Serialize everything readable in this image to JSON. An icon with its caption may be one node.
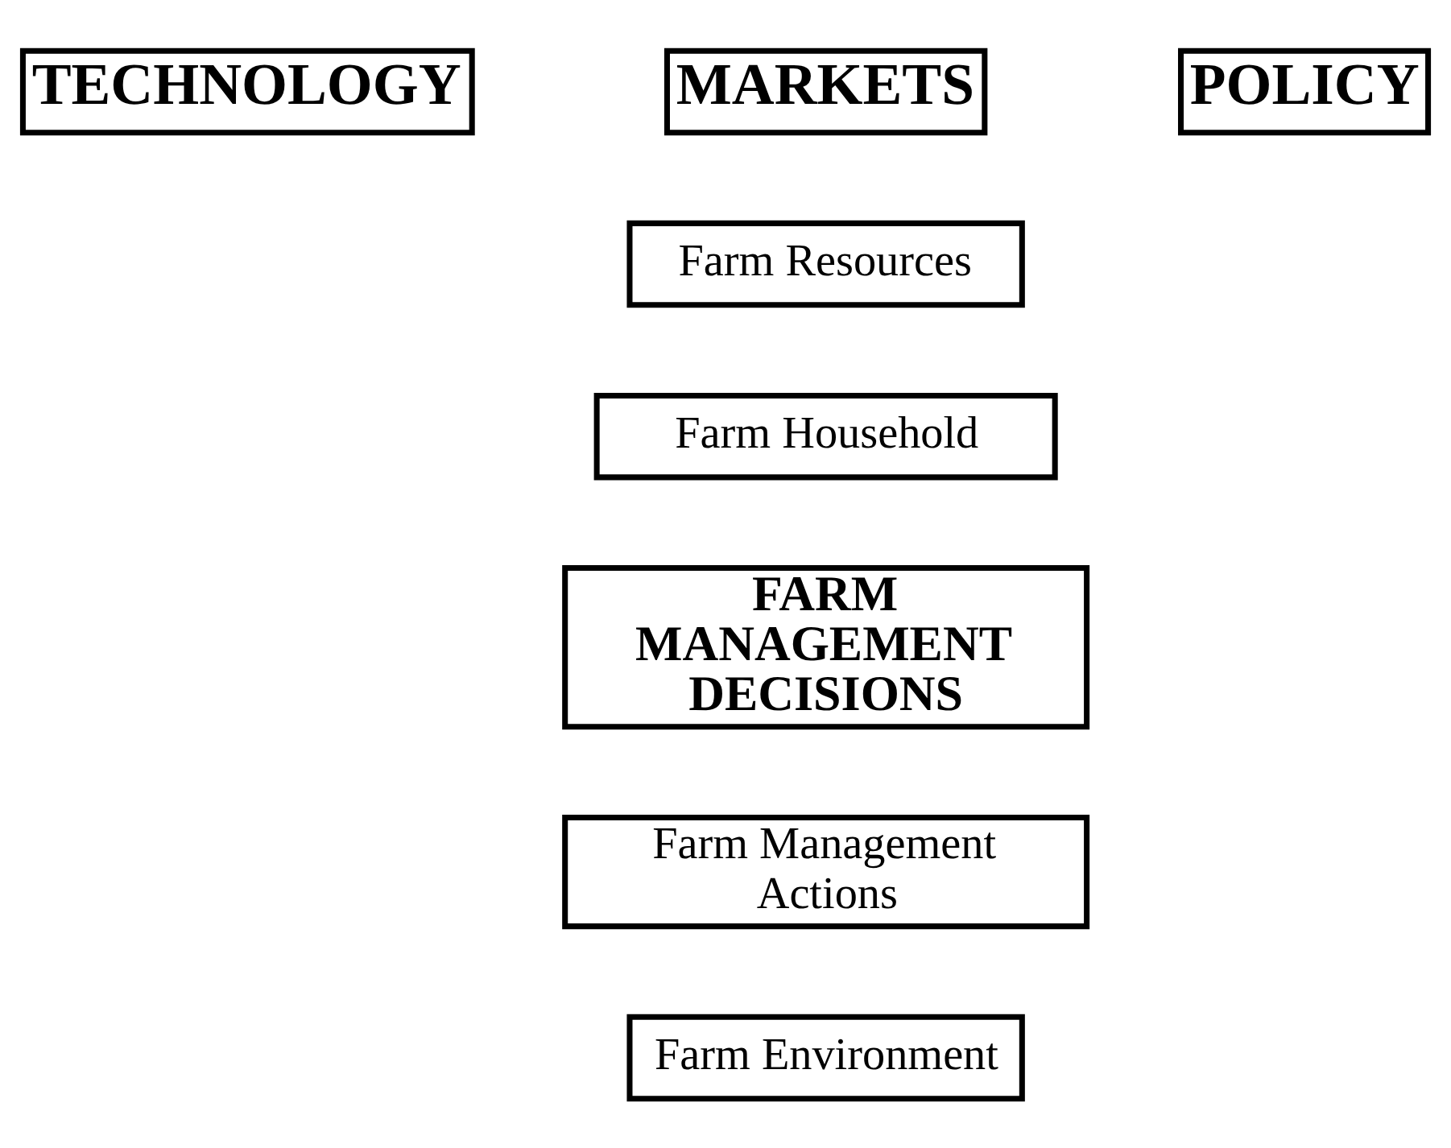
{
  "diagram": {
    "nodes": [
      {
        "text": [
          "TECHNOLOGY"
        ]
      },
      {
        "text": [
          "MARKETS"
        ]
      },
      {
        "text": [
          "POLICY"
        ]
      },
      {
        "text": [
          "Farm Resources"
        ]
      },
      {
        "text": [
          "Farm Household"
        ]
      },
      {
        "text": [
          "FARM MANAGEMENT DECISIONS"
        ]
      },
      {
        "text": [
          "Farm Management Actions"
        ]
      },
      {
        "text": [
          "Farm Environment"
        ]
      }
    ]
  }
}
